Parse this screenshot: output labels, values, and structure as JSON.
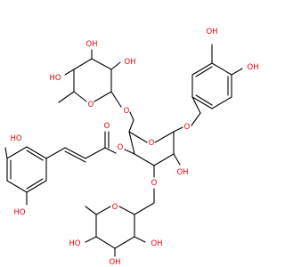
{
  "molecule": {
    "atom_labels": {
      "oh": "OH",
      "ho": "HO",
      "o": "O"
    },
    "colors": {
      "bond": "#000000",
      "heteroatom": "#e8000b",
      "background": "#ffffff"
    }
  }
}
